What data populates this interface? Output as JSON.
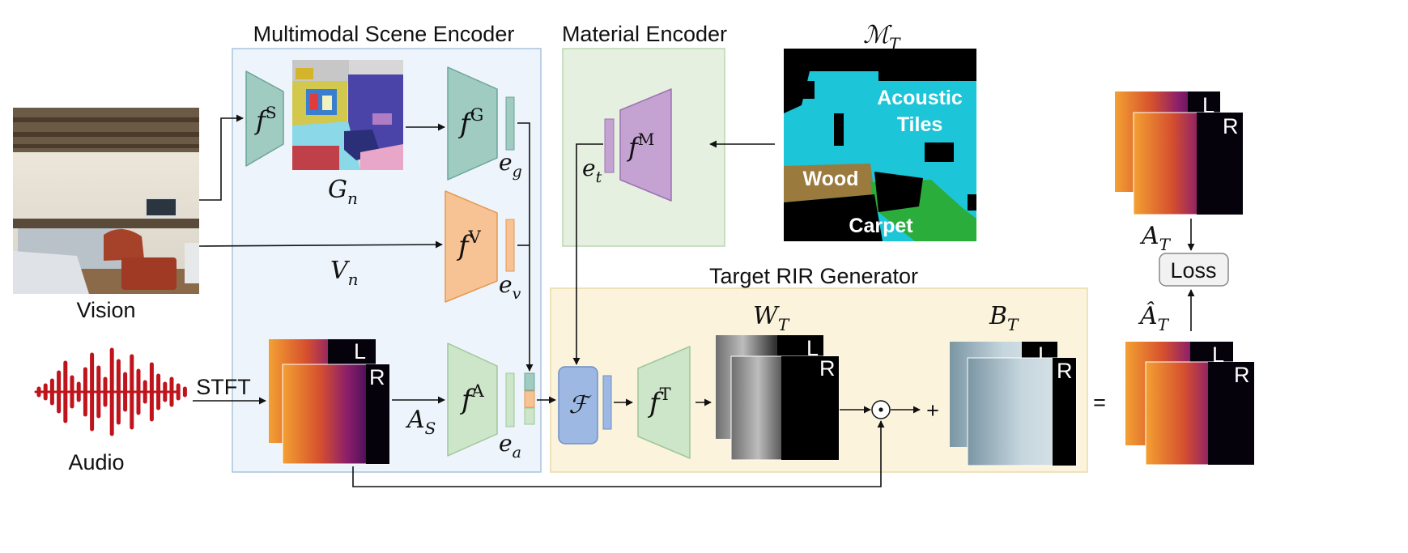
{
  "modules": {
    "scene_encoder": "Multimodal Scene Encoder",
    "material_encoder": "Material Encoder",
    "rir_generator": "Target RIR Generator"
  },
  "inputs": {
    "vision": "Vision",
    "audio": "Audio",
    "stft": "STFT"
  },
  "networks": {
    "fS": {
      "base": "f",
      "sup": "S"
    },
    "fG": {
      "base": "f",
      "sup": "G"
    },
    "fV": {
      "base": "f",
      "sup": "V"
    },
    "fA": {
      "base": "f",
      "sup": "A"
    },
    "fM": {
      "base": "f",
      "sup": "M"
    },
    "fT": {
      "base": "f",
      "sup": "T"
    },
    "fusion": "ℱ"
  },
  "embeddings": {
    "eg": {
      "base": "e",
      "sub": "g"
    },
    "ev": {
      "base": "e",
      "sub": "v"
    },
    "ea": {
      "base": "e",
      "sub": "a"
    },
    "et": {
      "base": "e",
      "sub": "t"
    }
  },
  "symbols": {
    "Gn": {
      "base": "G",
      "sub": "n"
    },
    "Vn": {
      "base": "V",
      "sub": "n"
    },
    "AS": {
      "base": "A",
      "sub": "S"
    },
    "MT": {
      "base": "ℳ",
      "sub": "T"
    },
    "WT": {
      "base": "W",
      "sub": "T"
    },
    "BT": {
      "base": "B",
      "sub": "T"
    },
    "AT": {
      "base": "A",
      "sub": "T"
    },
    "AThat": {
      "base": "Â",
      "sub": "T"
    }
  },
  "materials": {
    "tiles_1": "Acoustic",
    "tiles_2": "Tiles",
    "wood": "Wood",
    "carpet": "Carpet"
  },
  "channels": {
    "left": "L",
    "right": "R"
  },
  "ops": {
    "hadamard": "⊙",
    "plus": "+",
    "equals": "="
  },
  "loss": "Loss",
  "colors": {
    "scene_panel": "#eef4fb",
    "material_panel": "#e6f0e1",
    "generator_panel": "#fbf3dc",
    "fS_fG": "#9fcbc1",
    "fV": "#f8c394",
    "fA_fT": "#cde5c8",
    "fM": "#c4a3d2",
    "fusion": "#9db8e3",
    "waveform": "#c0141c",
    "seg_cyan": "#1cc5d7",
    "seg_wood": "#9b7a3d",
    "seg_green": "#2aad3a"
  }
}
